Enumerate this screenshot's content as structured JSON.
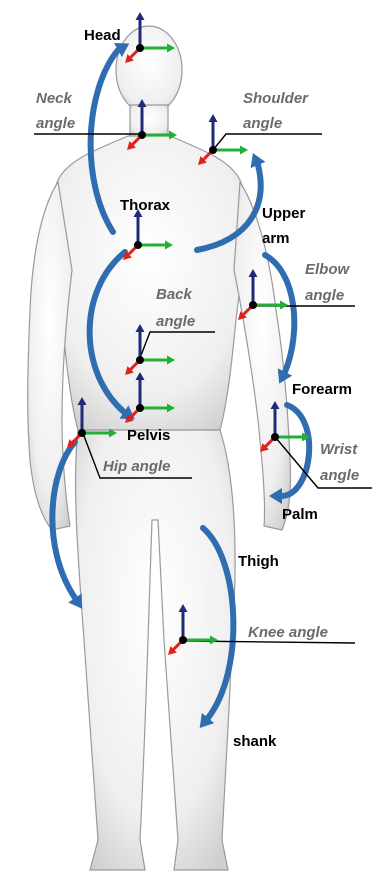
{
  "segments": {
    "head": "Head",
    "thorax": "Thorax",
    "upper_arm_1": "Upper",
    "upper_arm_2": "arm",
    "forearm": "Forearm",
    "pelvis": "Pelvis",
    "palm": "Palm",
    "thigh": "Thigh",
    "shank": "shank"
  },
  "angles": {
    "neck_1": "Neck",
    "neck_2": "angle",
    "shoulder_1": "Shoulder",
    "shoulder_2": "angle",
    "elbow_1": "Elbow",
    "elbow_2": "angle",
    "back_1": "Back",
    "back_2": "angle",
    "hip": "Hip angle",
    "wrist_1": "Wrist",
    "wrist_2": "angle",
    "knee": "Knee angle"
  },
  "colors": {
    "axis_x": "#e0201a",
    "axis_y": "#22b033",
    "axis_z": "#1f2a78",
    "arc": "#2f6db0",
    "leader": "#000000",
    "body_fill": "#eeeeee",
    "body_stroke": "#9a9a9a"
  }
}
